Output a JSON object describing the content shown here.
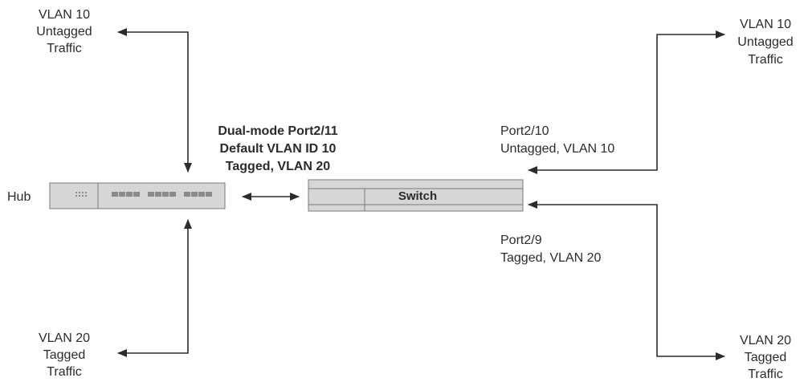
{
  "hub": {
    "label": "Hub"
  },
  "switch": {
    "label": "Switch"
  },
  "dual_mode_port": {
    "line1": "Dual-mode Port2/11",
    "line2": "Default VLAN ID 10",
    "line3": "Tagged, VLAN 20"
  },
  "port_2_10": {
    "line1": "Port2/10",
    "line2": "Untagged, VLAN 10"
  },
  "port_2_9": {
    "line1": "Port2/9",
    "line2": "Tagged, VLAN 20"
  },
  "hub_vlan10": {
    "line1": "VLAN 10",
    "line2": "Untagged",
    "line3": "Traffic"
  },
  "hub_vlan20": {
    "line1": "VLAN 20",
    "line2": "Tagged",
    "line3": "Traffic"
  },
  "switch_vlan10": {
    "line1": "VLAN 10",
    "line2": "Untagged",
    "line3": "Traffic"
  },
  "switch_vlan20": {
    "line1": "VLAN 20",
    "line2": "Tagged",
    "line3": "Traffic"
  },
  "colors": {
    "line": "#2b2b2b",
    "device_fill": "#d6d6d6",
    "device_border": "#7a7a7a",
    "port": "#8a8a8a"
  }
}
